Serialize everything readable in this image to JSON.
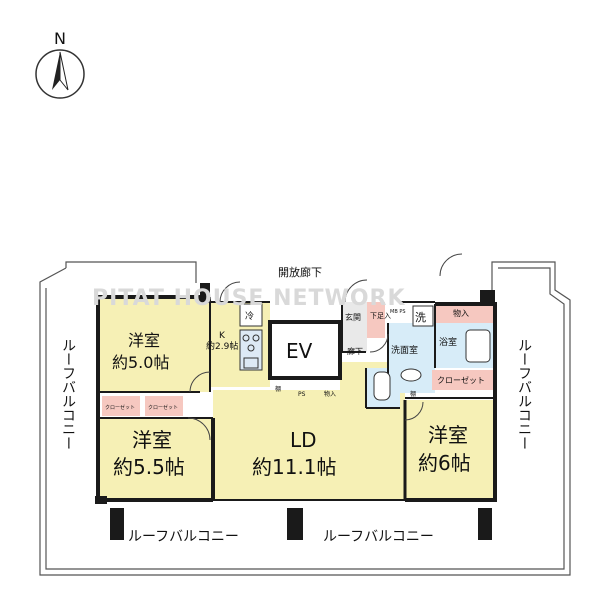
{
  "compass": {
    "north_label": "N"
  },
  "corridor_label": "開放廊下",
  "watermark": "PITAT HOUSE NETWORK",
  "rooms": {
    "western_1": {
      "name": "洋室",
      "size": "約5.0帖"
    },
    "western_2": {
      "name": "洋室",
      "size": "約5.5帖"
    },
    "western_3": {
      "name": "洋室",
      "size": "約6帖"
    },
    "ld": {
      "name": "LD",
      "size": "約11.1帖"
    },
    "kitchen": {
      "name": "K",
      "size": "約2.9帖"
    },
    "ev": "EV",
    "entrance": "玄関",
    "hallway": "廊下",
    "shoe_storage": "下足入",
    "washroom": "洗面室",
    "bathroom": "浴室",
    "laundry": "洗",
    "storage": "物入",
    "closet_big": "クローゼット",
    "closet_1": "クローゼット",
    "closet_2": "クローゼット",
    "fridge": "冷",
    "ps": "PS",
    "mbps": "MB PS",
    "small_storage": "物入",
    "shelf_1": "棚",
    "shelf_2": "棚"
  },
  "balconies": {
    "left": "ルーフバルコニー",
    "right": "ルーフバルコニー",
    "bottom_left": "ルーフバルコニー",
    "bottom_right": "ルーフバルコニー"
  },
  "colors": {
    "wall": "#1a1a1a",
    "floor_wood": "#f6f0b5",
    "floor_wet": "#d7ecf8",
    "closet": "#f6c8c0",
    "ev": "#ffffff"
  }
}
